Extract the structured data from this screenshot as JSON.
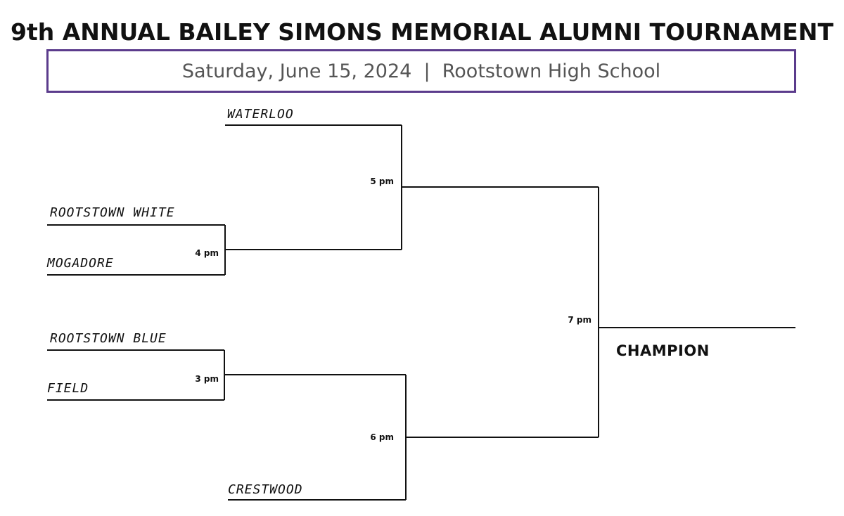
{
  "header": {
    "title": "9th ANNUAL BAILEY SIMONS MEMORIAL ALUMNI TOURNAMENT",
    "subtitle": "Saturday, June 15, 2024  |  Rootstown High School",
    "accent_color": "#5b3b8c"
  },
  "bracket": {
    "teams": {
      "waterloo": "WATERLOO",
      "rootstown_white": "ROOTSTOWN WHITE",
      "mogadore": "MOGADORE",
      "rootstown_blue": "ROOTSTOWN BLUE",
      "field": "FIELD",
      "crestwood": "CRESTWOOD"
    },
    "games": {
      "game_3pm": "3 pm",
      "game_4pm": "4 pm",
      "game_5pm": "5 pm",
      "game_6pm": "6 pm",
      "game_7pm": "7 pm"
    },
    "champion_label": "CHAMPION"
  }
}
